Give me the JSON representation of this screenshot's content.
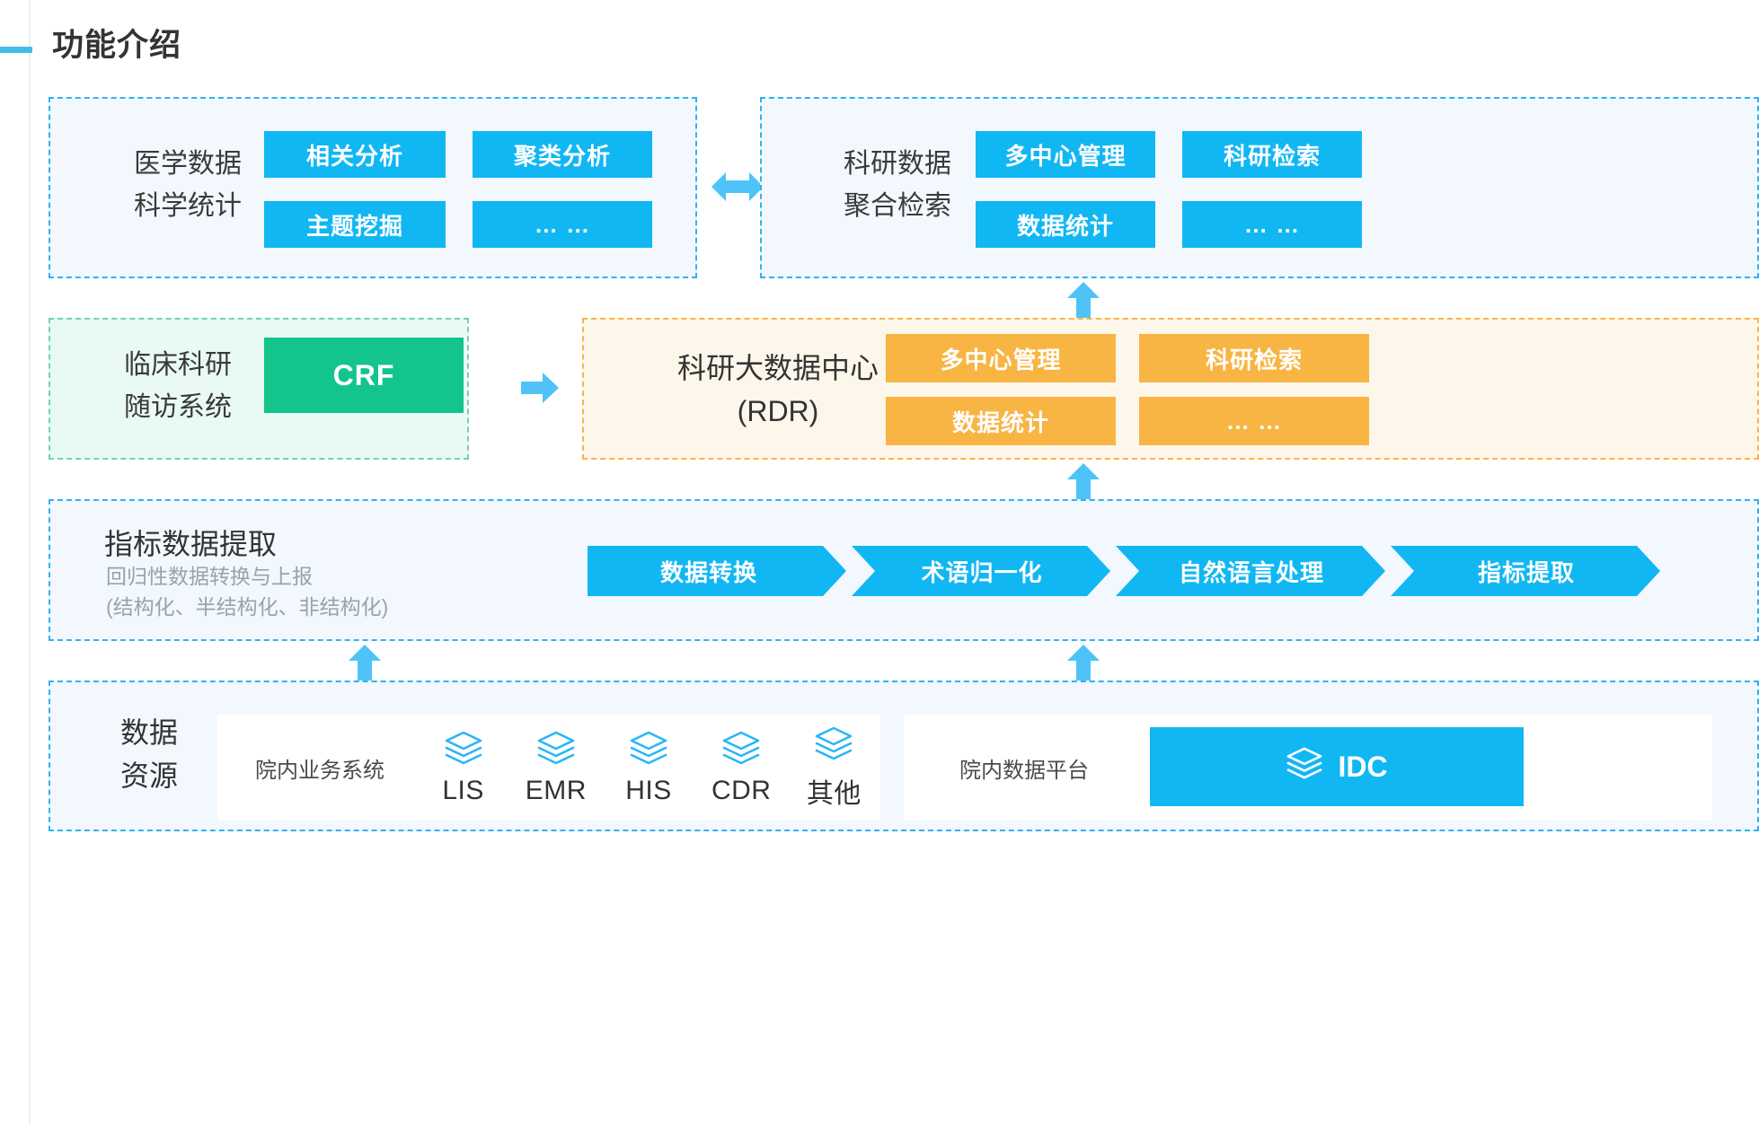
{
  "page": {
    "title": "功能介绍",
    "accent_blue": "#11b7f3",
    "accent_green": "#13c48d",
    "accent_amber": "#f8b544"
  },
  "sections": {
    "medical_stats": {
      "label": "医学数据\n科学统计",
      "chips": [
        "相关分析",
        "聚类分析",
        "主题挖掘",
        "… …"
      ]
    },
    "research_search": {
      "label": "科研数据\n聚合检索",
      "chips": [
        "多中心管理",
        "科研检索",
        "数据统计",
        "… …"
      ]
    },
    "clinical_followup": {
      "label": "临床科研\n随访系统",
      "chip": "CRF"
    },
    "rdr": {
      "label": "科研大数据中心\n(RDR)",
      "chips": [
        "多中心管理",
        "科研检索",
        "数据统计",
        "… …"
      ]
    },
    "indicator_extract": {
      "title": "指标数据提取",
      "subtitle_line1": "回归性数据转换与上报",
      "subtitle_line2": "(结构化、半结构化、非结构化)",
      "steps": [
        "数据转换",
        "术语归一化",
        "自然语言处理",
        "指标提取"
      ]
    },
    "data_resources": {
      "label": "数据\n资源",
      "hospital_systems": {
        "title": "院内业务系统",
        "items": [
          {
            "icon": "layers-icon",
            "label": "LIS"
          },
          {
            "icon": "layers-icon",
            "label": "EMR"
          },
          {
            "icon": "layers-icon",
            "label": "HIS"
          },
          {
            "icon": "layers-icon",
            "label": "CDR"
          },
          {
            "icon": "layers-icon",
            "label": "其他"
          }
        ]
      },
      "hospital_platform": {
        "title": "院内数据平台",
        "idc": {
          "icon": "layers-icon",
          "label": "IDC"
        }
      }
    }
  },
  "connectors": {
    "top_bidirectional": "双向箭头",
    "crf_to_rdr": "右向箭头",
    "rdr_to_research": "上向箭头",
    "extract_to_rdr": "上向箭头",
    "resources_to_extract_left": "上向箭头",
    "resources_to_extract_right": "上向箭头"
  }
}
